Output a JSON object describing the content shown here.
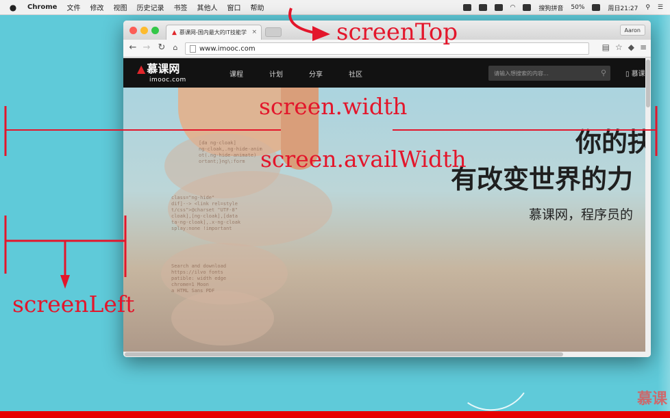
{
  "menubar": {
    "items": [
      "Chrome",
      "文件",
      "修改",
      "视图",
      "历史记录",
      "书签",
      "其他人",
      "窗口",
      "帮助"
    ],
    "input_method": "搜狗拼音",
    "battery": "50%",
    "clock": "周日21:27"
  },
  "browser": {
    "tab_title": "慕课网-国内最大的IT技能学",
    "profile": "Aaron",
    "url": "www.imooc.com"
  },
  "site": {
    "logo_main": "慕课网",
    "logo_sub": "imooc.com",
    "nav": [
      "课程",
      "计划",
      "分享",
      "社区"
    ],
    "search_placeholder": "请输入想搜索的内容...",
    "app_download": "慕课",
    "hero_line1": "你的抉",
    "hero_line2": "有改变世界的力",
    "hero_line3": "慕课网，程序员的"
  },
  "annotations": {
    "screen_top": "screenTop",
    "screen_width": "screen.width",
    "screen_avail_width": "screen.availWidth",
    "screen_left": "screenLeft"
  },
  "watermark": "慕课",
  "colors": {
    "desktop": "#5fcad9",
    "annotation_red": "#e3162b",
    "site_nav": "#121212"
  }
}
